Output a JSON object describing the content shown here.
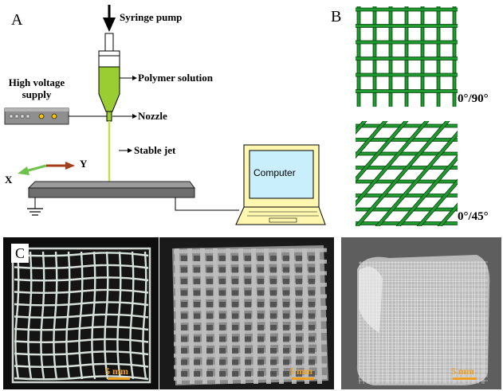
{
  "panels": {
    "a": "A",
    "b": "B",
    "c": "C"
  },
  "schematic": {
    "syringe_pump": "Syringe pump",
    "polymer_solution": "Polymer solution",
    "high_voltage_line1": "High voltage",
    "high_voltage_line2": "supply",
    "nozzle": "Nozzle",
    "stable_jet": "Stable jet",
    "axis_x": "X",
    "axis_y": "Y",
    "computer": "Computer"
  },
  "patterns": {
    "grid_90": "0°/90°",
    "grid_45": "0°/45°"
  },
  "photos": {
    "scale_1": "5 mm",
    "scale_2": "5 mm",
    "scale_3": "5 mm"
  },
  "colors": {
    "fiber_green": "#1f9a2e",
    "solution_green": "#9acd32",
    "jet_green": "#c6e04a",
    "scale_orange": "#f0a020",
    "computer_yellow": "#fff7b0",
    "screen_blue": "#c9eefc"
  }
}
